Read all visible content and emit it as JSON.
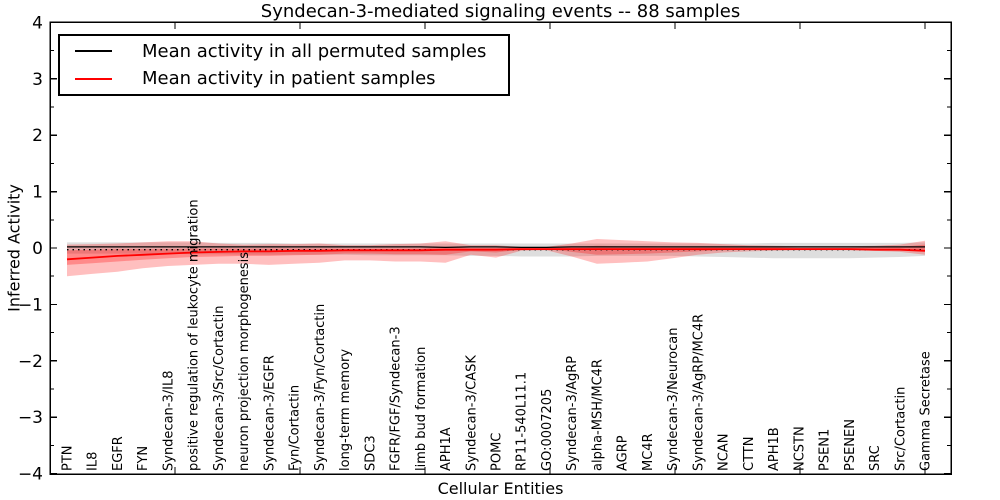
{
  "title": "Syndecan-3-mediated signaling events -- 88 samples",
  "legend": {
    "items": [
      {
        "label": "Mean activity in all permuted samples",
        "color": "#000000"
      },
      {
        "label": "Mean activity in patient samples",
        "color": "#ff0000"
      }
    ]
  },
  "axes": {
    "xlabel": "Cellular Entities",
    "ylabel": "Inferred Activity"
  },
  "chart_data": {
    "type": "line",
    "title": "Syndecan-3-mediated signaling events -- 88 samples",
    "xlabel": "Cellular Entities",
    "ylabel": "Inferred Activity",
    "ylim": [
      -4,
      4
    ],
    "yticks": [
      4,
      3,
      2,
      1,
      0,
      -1,
      -2,
      -3,
      -4
    ],
    "ytick_labels": [
      "4",
      "3",
      "2",
      "1",
      "0",
      "−1",
      "−2",
      "−3",
      "−4"
    ],
    "grid": false,
    "legend_position": "upper left",
    "categories": [
      "PTN",
      "IL8",
      "EGFR",
      "FYN",
      "Syndecan-3/IL8",
      "positive regulation of leukocyte migration",
      "Syndecan-3/Src/Cortactin",
      "neuron projection morphogenesis",
      "Syndecan-3/EGFR",
      "Fyn/Cortactin",
      "Syndecan-3/Fyn/Cortactin",
      "long-term memory",
      "SDC3",
      "FGFR/FGF/Syndecan-3",
      "limb bud formation",
      "APH1A",
      "Syndecan-3/CASK",
      "POMC",
      "RP11-540L11.1",
      "GO:0007205",
      "Syndecan-3/AgRP",
      "alpha-MSH/MC4R",
      "AGRP",
      "MC4R",
      "Syndecan-3/Neurocan",
      "Syndecan-3/AgRP/MC4R",
      "NCAN",
      "CTTN",
      "APH1B",
      "NCSTN",
      "PSEN1",
      "PSENEN",
      "SRC",
      "Src/Cortactin",
      "Gamma Secretase"
    ],
    "series": [
      {
        "name": "Mean activity in all permuted samples",
        "color": "#000000",
        "line_width": 1.3,
        "values": [
          0.02,
          0.02,
          0.02,
          0.02,
          0.02,
          0.02,
          0.02,
          0.02,
          0.02,
          0.02,
          0.02,
          0.02,
          0.02,
          0.02,
          0.02,
          0.01,
          0.02,
          0.02,
          0.01,
          0.01,
          0.02,
          0.02,
          0.02,
          0.02,
          0.02,
          0.02,
          0.02,
          0.02,
          0.02,
          0.02,
          0.02,
          0.02,
          0.02,
          0.02,
          0.02
        ]
      },
      {
        "name": "Mean activity in patient samples",
        "color": "#ff0000",
        "line_width": 1.8,
        "values": [
          -0.2,
          -0.17,
          -0.14,
          -0.12,
          -0.1,
          -0.08,
          -0.07,
          -0.06,
          -0.06,
          -0.05,
          -0.05,
          -0.04,
          -0.04,
          -0.04,
          -0.04,
          -0.03,
          -0.03,
          -0.03,
          -0.02,
          -0.02,
          -0.02,
          -0.02,
          -0.02,
          -0.02,
          -0.02,
          -0.02,
          -0.02,
          -0.02,
          -0.02,
          -0.02,
          -0.02,
          -0.02,
          -0.03,
          -0.03,
          -0.05
        ]
      }
    ],
    "reference_line": {
      "y": -0.03,
      "style": "dotted",
      "color": "#000000"
    },
    "bands": [
      {
        "name": "permuted-samples-range",
        "color": "rgba(0,0,0,0.13)",
        "hi": [
          0.1,
          0.1,
          0.1,
          0.1,
          0.1,
          0.1,
          0.09,
          0.09,
          0.09,
          0.08,
          0.08,
          0.08,
          0.08,
          0.08,
          0.08,
          0.08,
          0.08,
          0.08,
          0.08,
          0.08,
          0.08,
          0.08,
          0.08,
          0.08,
          0.08,
          0.08,
          0.08,
          0.08,
          0.09,
          0.09,
          0.09,
          0.09,
          0.09,
          0.09,
          0.1
        ],
        "lo": [
          -0.1,
          -0.1,
          -0.1,
          -0.1,
          -0.1,
          -0.11,
          -0.11,
          -0.12,
          -0.12,
          -0.12,
          -0.12,
          -0.12,
          -0.13,
          -0.13,
          -0.13,
          -0.13,
          -0.14,
          -0.14,
          -0.15,
          -0.15,
          -0.15,
          -0.14,
          -0.14,
          -0.14,
          -0.14,
          -0.15,
          -0.16,
          -0.17,
          -0.18,
          -0.18,
          -0.18,
          -0.18,
          -0.17,
          -0.16,
          -0.14
        ]
      },
      {
        "name": "patient-samples-range-outer",
        "color": "rgba(255,0,0,0.25)",
        "hi": [
          0.06,
          0.07,
          0.08,
          0.1,
          0.12,
          0.12,
          0.08,
          0.06,
          0.07,
          0.07,
          0.08,
          0.05,
          0.05,
          0.07,
          0.08,
          0.12,
          0.05,
          0.05,
          0.02,
          0.02,
          0.08,
          0.16,
          0.14,
          0.12,
          0.1,
          0.09,
          0.07,
          0.05,
          0.04,
          0.03,
          0.03,
          0.03,
          0.04,
          0.06,
          0.13
        ],
        "lo": [
          -0.5,
          -0.46,
          -0.42,
          -0.36,
          -0.32,
          -0.3,
          -0.28,
          -0.28,
          -0.3,
          -0.28,
          -0.26,
          -0.22,
          -0.22,
          -0.24,
          -0.24,
          -0.26,
          -0.12,
          -0.17,
          -0.05,
          -0.04,
          -0.15,
          -0.28,
          -0.26,
          -0.24,
          -0.18,
          -0.12,
          -0.08,
          -0.06,
          -0.05,
          -0.04,
          -0.04,
          -0.04,
          -0.05,
          -0.07,
          -0.12
        ]
      },
      {
        "name": "patient-samples-range-inner",
        "color": "rgba(255,0,0,0.28)",
        "hi": [
          -0.04,
          -0.03,
          -0.02,
          -0.02,
          -0.02,
          -0.01,
          -0.01,
          -0.01,
          -0.01,
          -0.01,
          -0.01,
          -0.01,
          -0.01,
          -0.01,
          -0.01,
          0.02,
          0.0,
          0.0,
          0.0,
          0.0,
          0.01,
          0.04,
          0.03,
          0.03,
          0.02,
          0.02,
          0.01,
          0.01,
          0.01,
          0.0,
          0.0,
          0.0,
          0.01,
          0.02,
          0.06
        ],
        "lo": [
          -0.3,
          -0.27,
          -0.24,
          -0.21,
          -0.18,
          -0.16,
          -0.15,
          -0.14,
          -0.14,
          -0.13,
          -0.12,
          -0.1,
          -0.1,
          -0.11,
          -0.11,
          -0.12,
          -0.06,
          -0.08,
          -0.03,
          -0.02,
          -0.07,
          -0.12,
          -0.11,
          -0.1,
          -0.08,
          -0.06,
          -0.04,
          -0.03,
          -0.02,
          -0.02,
          -0.02,
          -0.02,
          -0.02,
          -0.03,
          -0.06
        ]
      }
    ]
  }
}
